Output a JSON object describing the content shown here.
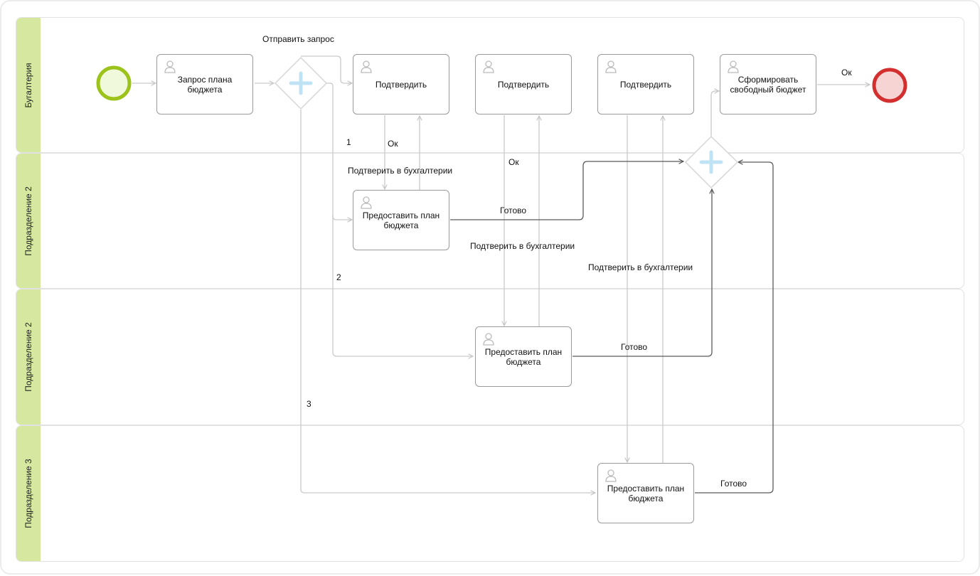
{
  "lanes": [
    {
      "label": "Бугалтерия"
    },
    {
      "label": "Подразделение 2"
    },
    {
      "label": "Подразделение 2"
    },
    {
      "label": "Подразделение 3"
    }
  ],
  "tasks": {
    "request_plan": "Запрос плана бюджета",
    "confirm_1": "Подтвердить",
    "confirm_2": "Подтвердить",
    "confirm_3": "Подтвердить",
    "form_budget": "Сформировать свободный бюджет",
    "provide_1": "Предоставить план бюджета",
    "provide_2": "Предоставить план бюджета",
    "provide_3": "Предоставить план бюджета"
  },
  "flow_labels": {
    "send_request": "Отправить запрос",
    "branch_1": "1",
    "branch_2": "2",
    "branch_3": "3",
    "ok_1": "Ок",
    "ok_2": "Ок",
    "ok_end": "Ок",
    "confirm_acc_1": "Подтверить в бухгалтерии",
    "confirm_acc_2": "Подтверить в бухгалтерии",
    "confirm_acc_3": "Подтверить в бухгалтерии",
    "done_1": "Готово",
    "done_2": "Готово",
    "done_3": "Готово"
  },
  "colors": {
    "lane_header": "#d6e8a0",
    "start_event": "#9cc31c",
    "start_fill": "#f1f9dc",
    "end_event": "#d32f2f",
    "end_fill": "#f6d4d4",
    "gateway_plus": "#bfe3f5"
  }
}
